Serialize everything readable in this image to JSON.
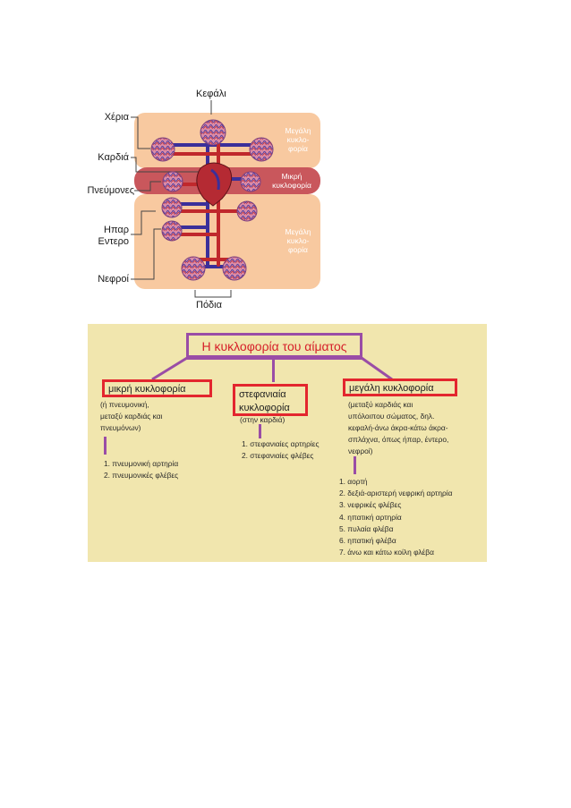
{
  "diagram": {
    "labels": {
      "head": "Κεφάλι",
      "hands": "Χέρια",
      "heart": "Καρδιά",
      "lungs": "Πνεύμονες",
      "liver_intestine_1": "Ηπαρ",
      "liver_intestine_2": "Εντερο",
      "kidneys": "Νεφροί",
      "feet": "Πόδια"
    },
    "regions": {
      "upper_major": [
        "Μεγάλη",
        "κυκλο-",
        "φορία"
      ],
      "pulmonary": [
        "Μικρή",
        "κυκλοφορία"
      ],
      "lower_major": [
        "Μεγάλη",
        "κυκλο-",
        "φορία"
      ]
    },
    "colors": {
      "region_fill": "#f8c9a0",
      "pulmonary_fill": "#c9575c",
      "artery": "#c0282c",
      "vein": "#3b2f9a"
    }
  },
  "concept_map": {
    "title": "Η κυκλοφορία του αίματος",
    "colors": {
      "panel": "#f1e6ae",
      "box_border": "#e3262e",
      "connector": "#9a4da6",
      "title_text": "#d6202a"
    },
    "pulmonary": {
      "title": "μικρή κυκλοφορία",
      "note": "(ή πνευμονική,\nμεταξύ καρδιάς και\nπνευμόνων)",
      "items": [
        "1. πνευμονική αρτηρία",
        "2. πνευμονικές φλέβες"
      ]
    },
    "coronary": {
      "title_line1": "στεφανιαία",
      "title_line2": "κυκλοφορία",
      "note": "(στην καρδιά)",
      "items": [
        "1. στεφανιαίες αρτηρίες",
        "2. στεφανιαίες φλέβες"
      ]
    },
    "systemic": {
      "title": "μεγάλη κυκλοφορία",
      "note": "(μεταξύ καρδιάς και\nυπόλοιπου σώματος, δηλ.\nκεφαλή-άνω άκρα-κάτω άκρα-\nσπλάχνα, όπως ήπαρ, έντερο,\nνεφροί)",
      "items": [
        "1. αορτή",
        "2. δεξιά-αριστερή νεφρική αρτηρία",
        "3. νεφρικές φλέβες",
        "4. ηπατική αρτηρία",
        "5. πυλαία φλέβα",
        "6. ηπατική φλέβα",
        "7. άνω και κάτω κοίλη φλέβα"
      ]
    }
  }
}
